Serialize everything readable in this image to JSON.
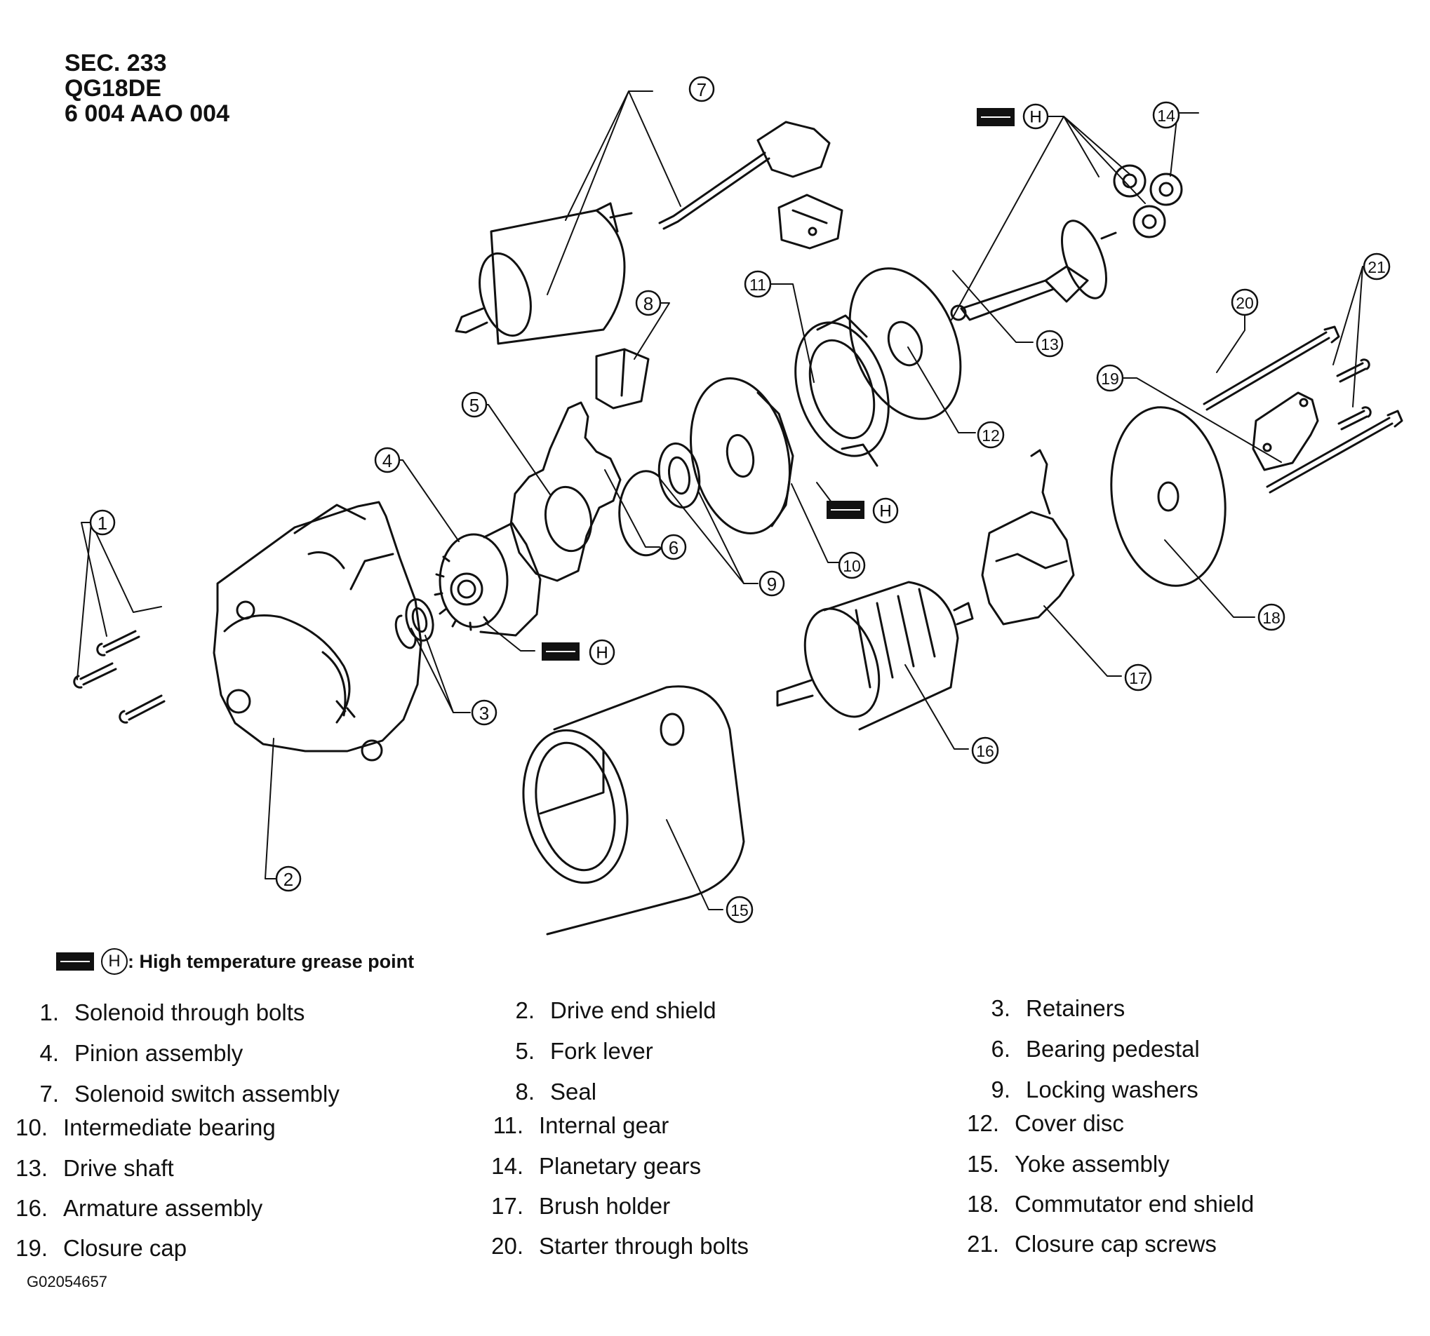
{
  "header": {
    "line1": "SEC. 233",
    "line2": "QG18DE",
    "line3": "6 004 AAO 004"
  },
  "callouts": [
    "1",
    "2",
    "3",
    "4",
    "5",
    "6",
    "7",
    "8",
    "9",
    "10",
    "11",
    "12",
    "13",
    "14",
    "15",
    "16",
    "17",
    "18",
    "19",
    "20",
    "21"
  ],
  "grease_marker": "H",
  "legend_note": {
    "symbol": "H",
    "text": ": High temperature grease point"
  },
  "parts": [
    {
      "num": "1.",
      "name": "Solenoid through bolts"
    },
    {
      "num": "2.",
      "name": "Drive end shield"
    },
    {
      "num": "3.",
      "name": "Retainers"
    },
    {
      "num": "4.",
      "name": "Pinion assembly"
    },
    {
      "num": "5.",
      "name": "Fork lever"
    },
    {
      "num": "6.",
      "name": "Bearing pedestal"
    },
    {
      "num": "7.",
      "name": "Solenoid switch assembly"
    },
    {
      "num": "8.",
      "name": "Seal"
    },
    {
      "num": "9.",
      "name": "Locking washers"
    },
    {
      "num": "10.",
      "name": "Intermediate bearing"
    },
    {
      "num": "11.",
      "name": "Internal gear"
    },
    {
      "num": "12.",
      "name": "Cover disc"
    },
    {
      "num": "13.",
      "name": "Drive shaft"
    },
    {
      "num": "14.",
      "name": "Planetary gears"
    },
    {
      "num": "15.",
      "name": "Yoke assembly"
    },
    {
      "num": "16.",
      "name": "Armature assembly"
    },
    {
      "num": "17.",
      "name": "Brush holder"
    },
    {
      "num": "18.",
      "name": "Commutator end shield"
    },
    {
      "num": "19.",
      "name": "Closure cap"
    },
    {
      "num": "20.",
      "name": "Starter through bolts"
    },
    {
      "num": "21.",
      "name": "Closure cap screws"
    }
  ],
  "figure_id": "G02054657"
}
